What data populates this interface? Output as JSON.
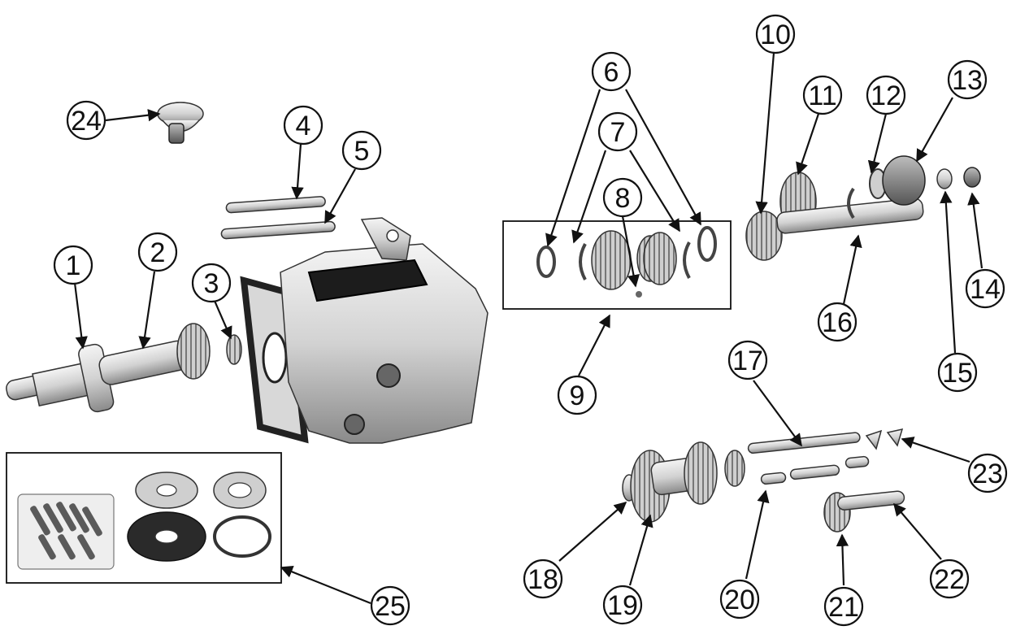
{
  "callouts": [
    {
      "id": "1",
      "label": "1"
    },
    {
      "id": "2",
      "label": "2"
    },
    {
      "id": "3",
      "label": "3"
    },
    {
      "id": "4",
      "label": "4"
    },
    {
      "id": "5",
      "label": "5"
    },
    {
      "id": "6",
      "label": "6"
    },
    {
      "id": "7",
      "label": "7"
    },
    {
      "id": "8",
      "label": "8"
    },
    {
      "id": "9",
      "label": "9"
    },
    {
      "id": "10",
      "label": "10"
    },
    {
      "id": "11",
      "label": "11"
    },
    {
      "id": "12",
      "label": "12"
    },
    {
      "id": "13",
      "label": "13"
    },
    {
      "id": "14",
      "label": "14"
    },
    {
      "id": "15",
      "label": "15"
    },
    {
      "id": "16",
      "label": "16"
    },
    {
      "id": "17",
      "label": "17"
    },
    {
      "id": "18",
      "label": "18"
    },
    {
      "id": "19",
      "label": "19"
    },
    {
      "id": "20",
      "label": "20"
    },
    {
      "id": "21",
      "label": "21"
    },
    {
      "id": "22",
      "label": "22"
    },
    {
      "id": "23",
      "label": "23"
    },
    {
      "id": "24",
      "label": "24"
    },
    {
      "id": "25",
      "label": "25"
    }
  ],
  "colors": {
    "ink": "#111111",
    "metal_light": "#e6e6e6",
    "metal_dark": "#7a7a7a",
    "background": "#ffffff"
  }
}
